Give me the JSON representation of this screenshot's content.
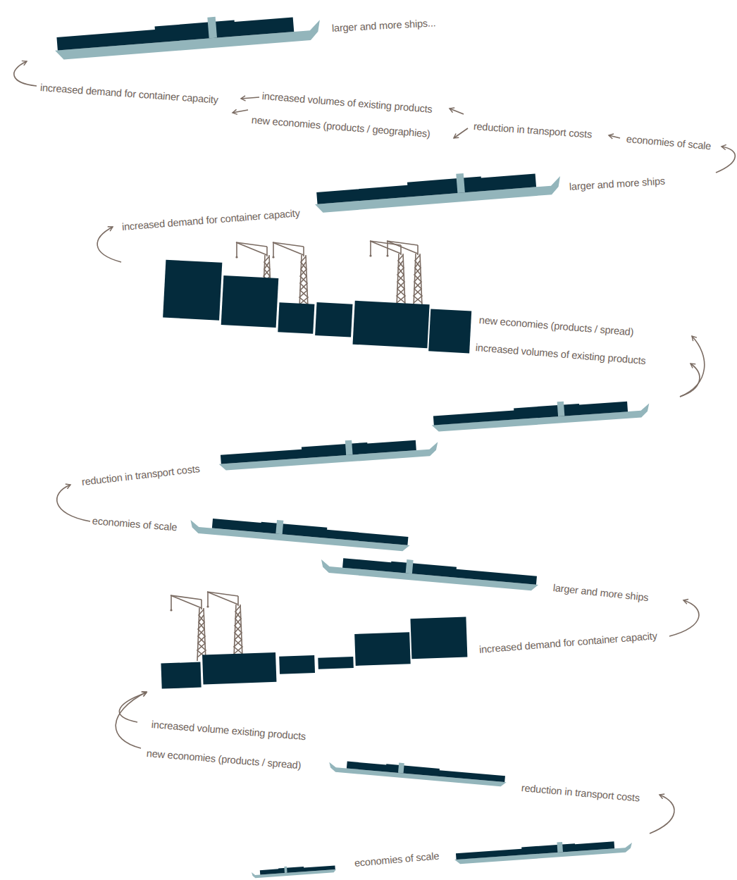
{
  "diagram": {
    "labels": [
      "larger and more ships...",
      "increased demand for container capacity",
      "increased volumes of existing products",
      "new economies (products / geographies)",
      "reduction in transport costs",
      "economies of scale",
      "larger and more ships",
      "increased demand for container capacity",
      "new economies (products / spread)",
      "increased volumes of existing products",
      "reduction in transport costs",
      "economies of scale",
      "larger and more ships",
      "increased demand for container capacity",
      "increased volume existing products",
      "new economies (products / spread)",
      "reduction in transport costs",
      "economies of scale"
    ]
  }
}
